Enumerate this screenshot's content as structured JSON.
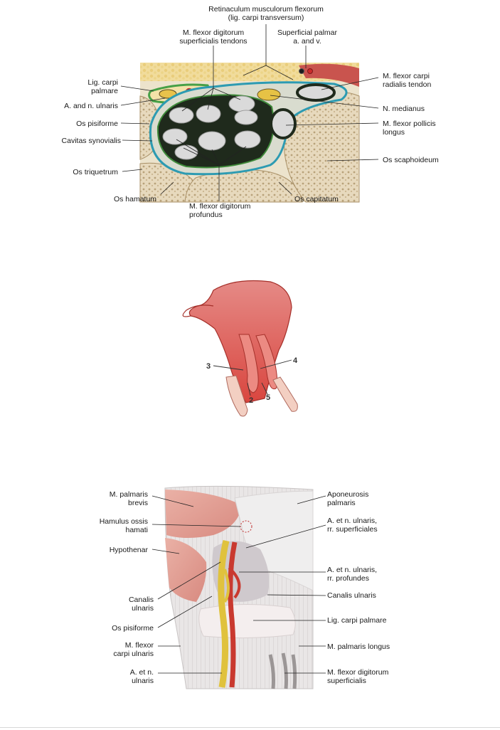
{
  "figure1": {
    "labels": {
      "retinaculum_line1": "Retinaculum musculorum flexorum",
      "retinaculum_line2": "(lig. carpi transversum)",
      "fds_line1": "M. flexor digitorum",
      "fds_line2": "superficialis tendons",
      "sup_palmar_line1": "Superficial palmar",
      "sup_palmar_line2": "a. and v.",
      "lig_carpi_line1": "Lig. carpi",
      "lig_carpi_line2": "palmare",
      "a_n_ulnaris": "A. and n. ulnaris",
      "os_pisiforme": "Os pisiforme",
      "cavitas": "Cavitas synovialis",
      "os_triquetrum": "Os triquetrum",
      "os_hamatum": "Os hamatum",
      "fdp_line1": "M. flexor digitorum",
      "fdp_line2": "profundus",
      "os_capitatum": "Os capitatum",
      "os_scaphoideum": "Os scaphoideum",
      "fpl_line1": "M. flexor pollicis",
      "fpl_line2": "longus",
      "n_medianus": "N. medianus",
      "fcr_line1": "M. flexor carpi",
      "fcr_line2": "radialis tendon"
    }
  },
  "figure2": {
    "numbers": {
      "n3": "3",
      "n4": "4",
      "n2": "2",
      "n5": "5"
    }
  },
  "figure3": {
    "labels": {
      "palmaris_brevis_line1": "M. palmaris",
      "palmaris_brevis_line2": "brevis",
      "hamulus_line1": "Hamulus ossis",
      "hamulus_line2": "hamati",
      "hypothenar": "Hypothenar",
      "canalis_left_line1": "Canalis",
      "canalis_left_line2": "ulnaris",
      "os_pisiforme": "Os pisiforme",
      "fcu_line1": "M. flexor",
      "fcu_line2": "carpi ulnaris",
      "aen_left_line1": "A. et n.",
      "aen_left_line2": "ulnaris",
      "aponeurosis_line1": "Aponeurosis",
      "aponeurosis_line2": "palmaris",
      "sup_line1": "A. et n. ulnaris,",
      "sup_line2": "rr. superficiales",
      "prof_line1": "A. et n. ulnaris,",
      "prof_line2": "rr. profundes",
      "canalis_right": "Canalis ulnaris",
      "lig_carpi_palmare": "Lig. carpi palmare",
      "palmaris_longus": "M. palmaris longus",
      "fds_line1": "M. flexor digitorum",
      "fds_line2": "superficialis"
    }
  }
}
